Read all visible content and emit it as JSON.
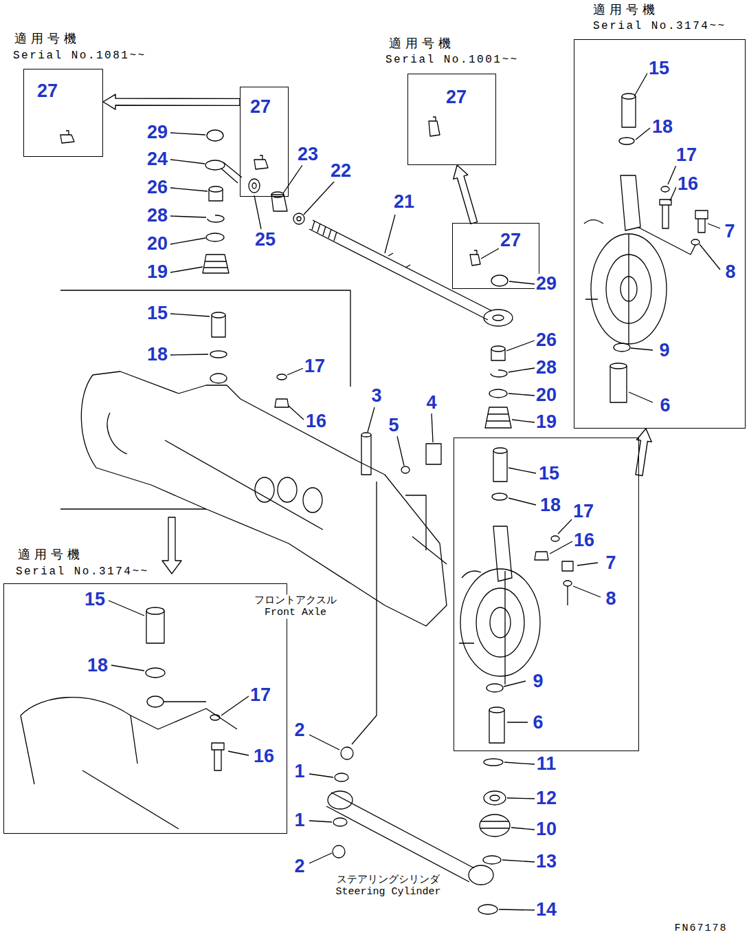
{
  "diagram": {
    "nodes": [
      {
        "text": [
          "適用号機",
          "Serial No.1081~~",
          "27"
        ]
      },
      {
        "text": [
          "27"
        ]
      },
      {
        "text": [
          "適用号機",
          "Serial No.1001~~",
          "27"
        ]
      },
      {
        "text": [
          "27"
        ]
      },
      {
        "text": [
          "適用号機",
          "Serial No.3174~~",
          "15",
          "18",
          "17",
          "16",
          "7",
          "8",
          "9",
          "6"
        ]
      },
      {
        "text": [
          "15",
          "18",
          "17",
          "16",
          "7",
          "8",
          "9",
          "6"
        ]
      },
      {
        "text": [
          "適用号機",
          "Serial No.3174~~",
          "15",
          "18",
          "17",
          "16"
        ]
      }
    ],
    "edges": [
      {
        "from": 1,
        "to": 0,
        "arrow": "to"
      },
      {
        "from": 3,
        "to": 2,
        "arrow": "to"
      },
      {
        "from": 5,
        "to": 4,
        "arrow": "to"
      }
    ],
    "labels": [
      "29",
      "24",
      "26",
      "28",
      "20",
      "19",
      "25",
      "23",
      "22",
      "21",
      "29",
      "26",
      "28",
      "20",
      "19",
      "15",
      "18",
      "17",
      "16",
      "3",
      "5",
      "4",
      "2",
      "1",
      "1",
      "2",
      "11",
      "12",
      "10",
      "13",
      "14",
      "フロントアクスル Front Axle",
      "ステアリングシリンダ Steering Cylinder",
      "FN67178"
    ]
  }
}
